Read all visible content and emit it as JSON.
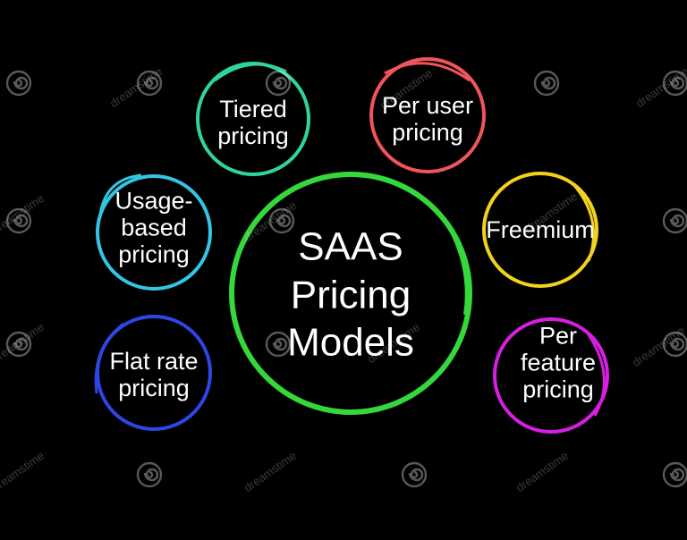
{
  "center": {
    "lines": [
      "SAAS",
      "Pricing",
      "Models"
    ]
  },
  "nodes": [
    {
      "id": "tiered",
      "lines": [
        "Tiered",
        "pricing"
      ],
      "color": "#2fd59a"
    },
    {
      "id": "per-user",
      "lines": [
        "Per user",
        "pricing"
      ],
      "color": "#f0555b"
    },
    {
      "id": "usage-based",
      "lines": [
        "Usage-",
        "based",
        "pricing"
      ],
      "color": "#33c6e3"
    },
    {
      "id": "freemium",
      "lines": [
        "Freemium"
      ],
      "color": "#f2d21a"
    },
    {
      "id": "flat-rate",
      "lines": [
        "Flat rate",
        "pricing"
      ],
      "color": "#2e46e6"
    },
    {
      "id": "per-feature",
      "lines": [
        "Per",
        "feature",
        "pricing"
      ],
      "color": "#d61fe0"
    }
  ],
  "colors": {
    "background": "#000000",
    "center_ring": "#35d83a",
    "text": "#ffffff"
  },
  "watermark": {
    "text": "dreamstime"
  }
}
